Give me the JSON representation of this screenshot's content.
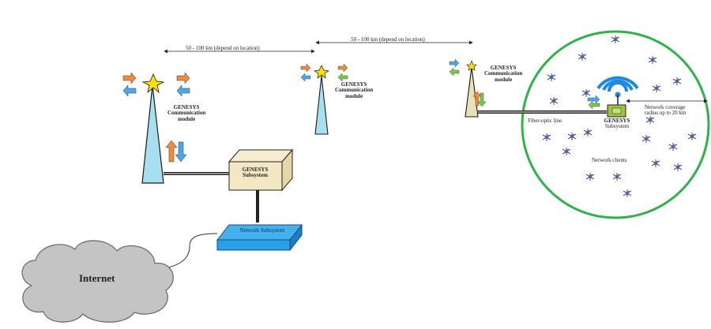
{
  "distances": {
    "left": "50 - 100 km (depend on location)",
    "right": "50 - 100 km (depend on location)"
  },
  "towers": {
    "big": {
      "title": "GENESYS",
      "subtitle": "Communication",
      "subtitle2": "module"
    },
    "mid": {
      "title": "GENESYS",
      "subtitle": "Communication",
      "subtitle2": "module"
    },
    "small": {
      "title": "GENESYS",
      "subtitle": "Communication",
      "subtitle2": "module"
    }
  },
  "subsystem_box": {
    "title": "GENESYS",
    "subtitle": "Subsystem"
  },
  "network_subsystem": {
    "label": "Network Subsystem"
  },
  "internet": {
    "label": "Internet"
  },
  "coverage": {
    "fiber_label": "Fiber-optic line",
    "hub_title": "GENESYS",
    "hub_subtitle": "Subsystem",
    "radius_line1": "Network coverage",
    "radius_line2": "radius up to 20 km",
    "clients_label": "Network clients"
  },
  "colors": {
    "tower_fill": "#a8dff0",
    "tower_small_fill": "#eadfb6",
    "box_fill": "#f3e7c4",
    "net_fill": "#2aa0e8",
    "cloud_fill": "#c4c4c4",
    "circle_stroke": "#2db34a",
    "arrow_orange": "#f08a3c",
    "arrow_blue": "#4aa9e6",
    "arrow_green": "#78c84a",
    "wifi_blue": "#1e88e5",
    "hub_green": "#9ac63e"
  }
}
